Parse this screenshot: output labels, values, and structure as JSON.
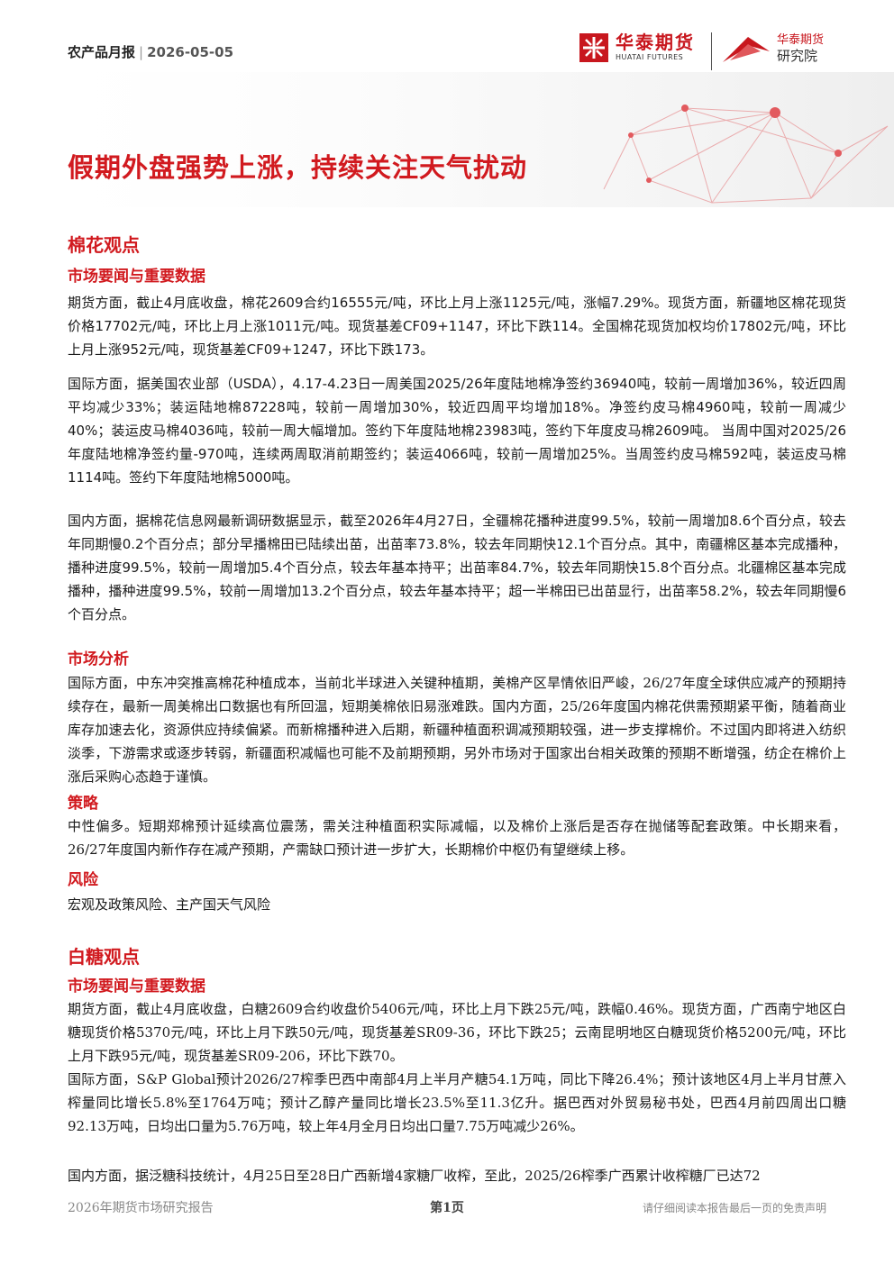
{
  "header": {
    "report_type": "农产品月报",
    "date": "2026-05-05",
    "logo_cn": "华泰期货",
    "logo_en": "HUATAI FUTURES",
    "institute_l1": "华泰期货",
    "institute_l2": "研究院"
  },
  "title": "假期外盘强势上涨，持续关注天气扰动",
  "cotton": {
    "heading": "棉花观点",
    "news_heading": "市场要闻与重要数据",
    "news_p1": "期货方面，截止4月底收盘，棉花2609合约16555元/吨，环比上月上涨1125元/吨，涨幅7.29%。现货方面，新疆地区棉花现货价格17702元/吨，环比上月上涨1011元/吨。现货基差CF09+1147，环比下跌114。全国棉花现货加权均价17802元/吨，环比上月上涨952元/吨，现货基差CF09+1247，环比下跌173。",
    "news_p2": "国际方面，据美国农业部（USDA），4.17-4.23日一周美国2025/26年度陆地棉净签约36940吨，较前一周增加36%，较近四周平均减少33%；装运陆地棉87228吨，较前一周增加30%，较近四周平均增加18%。净签约皮马棉4960吨，较前一周减少40%；装运皮马棉4036吨，较前一周大幅增加。签约下年度陆地棉23983吨，签约下年度皮马棉2609吨。 当周中国对2025/26年度陆地棉净签约量-970吨，连续两周取消前期签约；装运4066吨，较前一周增加25%。当周签约皮马棉592吨，装运皮马棉1114吨。签约下年度陆地棉5000吨。",
    "news_p3": "国内方面，据棉花信息网最新调研数据显示，截至2026年4月27日，全疆棉花播种进度99.5%，较前一周增加8.6个百分点，较去年同期慢0.2个百分点；部分早播棉田已陆续出苗，出苗率73.8%，较去年同期快12.1个百分点。其中，南疆棉区基本完成播种，播种进度99.5%，较前一周增加5.4个百分点，较去年基本持平；出苗率84.7%，较去年同期快15.8个百分点。北疆棉区基本完成播种，播种进度99.5%，较前一周增加13.2个百分点，较去年基本持平；超一半棉田已出苗显行，出苗率58.2%，较去年同期慢6个百分点。",
    "analysis_heading": "市场分析",
    "analysis_p": "国际方面，中东冲突推高棉花种植成本，当前北半球进入关键种植期，美棉产区旱情依旧严峻，26/27年度全球供应减产的预期持续存在，最新一周美棉出口数据也有所回温，短期美棉依旧易涨难跌。国内方面，25/26年度国内棉花供需预期紧平衡，随着商业库存加速去化，资源供应持续偏紧。而新棉播种进入后期，新疆种植面积调减预期较强，进一步支撑棉价。不过国内即将进入纺织淡季，下游需求或逐步转弱，新疆面积减幅也可能不及前期预期，另外市场对于国家出台相关政策的预期不断增强，纺企在棉价上涨后采购心态趋于谨慎。",
    "strategy_heading": "策略",
    "strategy_p": "中性偏多。短期郑棉预计延续高位震荡，需关注种植面积实际减幅，以及棉价上涨后是否存在抛储等配套政策。中长期来看，26/27年度国内新作存在减产预期，产需缺口预计进一步扩大，长期棉价中枢仍有望继续上移。",
    "risk_heading": "风险",
    "risk_p": "宏观及政策风险、主产国天气风险"
  },
  "sugar": {
    "heading": "白糖观点",
    "news_heading": "市场要闻与重要数据",
    "news_p1": "期货方面，截止4月底收盘，白糖2609合约收盘价5406元/吨，环比上月下跌25元/吨，跌幅0.46%。现货方面，广西南宁地区白糖现货价格5370元/吨，环比上月下跌50元/吨，现货基差SR09-36，环比下跌25；云南昆明地区白糖现货价格5200元/吨，环比上月下跌95元/吨，现货基差SR09-206，环比下跌70。",
    "news_p2": "国际方面，S&P Global预计2026/27榨季巴西中南部4月上半月产糖54.1万吨，同比下降26.4%；预计该地区4月上半月甘蔗入榨量同比增长5.8%至1764万吨；预计乙醇产量同比增长23.5%至11.3亿升。据巴西对外贸易秘书处，巴西4月前四周出口糖92.13万吨，日均出口量为5.76万吨，较上年4月全月日均出口量7.75万吨减少26%。",
    "news_p3": "国内方面，据泛糖科技统计，4月25日至28日广西新增4家糖厂收榨，至此，2025/26榨季广西累计收榨糖厂已达72"
  },
  "footer": {
    "left": "2026年期货市场研究报告",
    "center": "第1页",
    "right": "请仔细阅读本报告最后一页的免责声明"
  }
}
